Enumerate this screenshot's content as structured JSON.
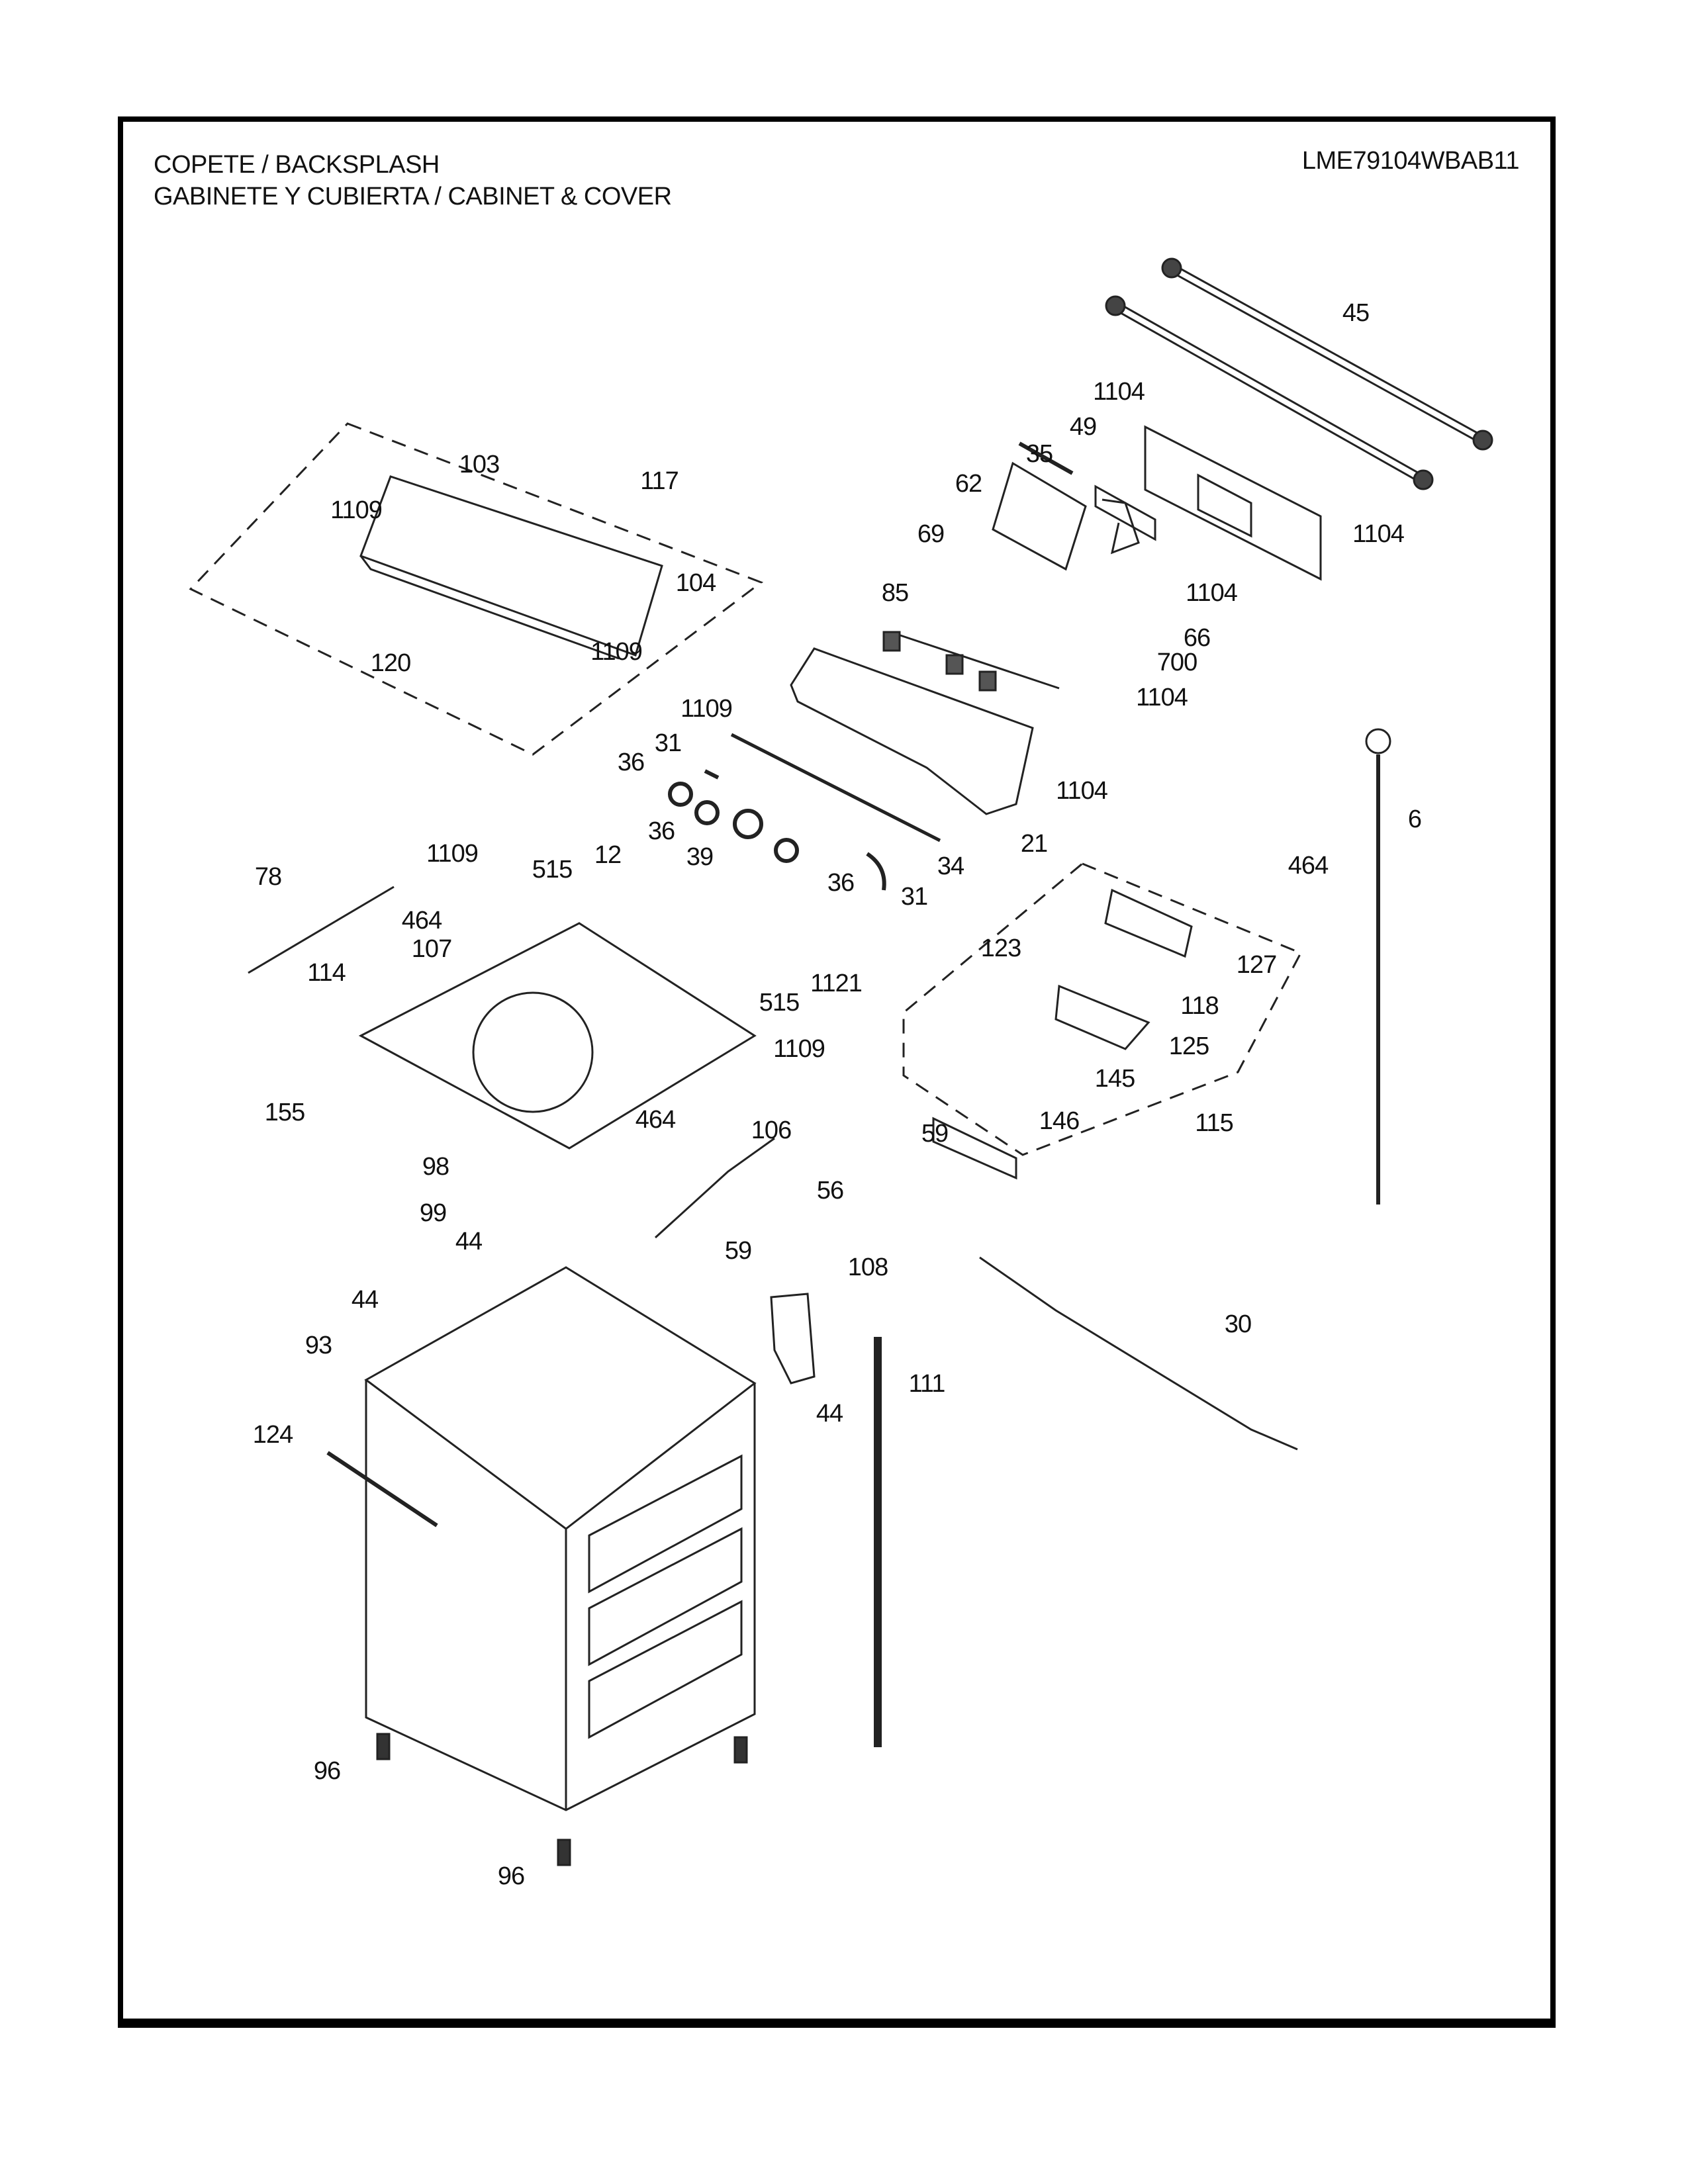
{
  "header": {
    "title_line1": "COPETE / BACKSPLASH",
    "title_line2": "GABINETE Y CUBIERTA / CABINET & COVER",
    "model_number": "LME79104WBAB11"
  },
  "callouts": [
    {
      "id": "c45a",
      "label": "45"
    },
    {
      "id": "c1104a",
      "label": "1104"
    },
    {
      "id": "c49",
      "label": "49"
    },
    {
      "id": "c35",
      "label": "35"
    },
    {
      "id": "c62",
      "label": "62"
    },
    {
      "id": "c1104b",
      "label": "1104"
    },
    {
      "id": "c69",
      "label": "69"
    },
    {
      "id": "c1104c",
      "label": "1104"
    },
    {
      "id": "c85",
      "label": "85"
    },
    {
      "id": "c66",
      "label": "66"
    },
    {
      "id": "c700",
      "label": "700"
    },
    {
      "id": "c1104d",
      "label": "1104"
    },
    {
      "id": "c103",
      "label": "103"
    },
    {
      "id": "c117",
      "label": "117"
    },
    {
      "id": "c1109a",
      "label": "1109"
    },
    {
      "id": "c104",
      "label": "104"
    },
    {
      "id": "c1109b",
      "label": "1109"
    },
    {
      "id": "c120",
      "label": "120"
    },
    {
      "id": "c1109c",
      "label": "1109"
    },
    {
      "id": "c31a",
      "label": "31"
    },
    {
      "id": "c36a",
      "label": "36"
    },
    {
      "id": "c36b",
      "label": "36"
    },
    {
      "id": "c39",
      "label": "39"
    },
    {
      "id": "c36c",
      "label": "36"
    },
    {
      "id": "c34",
      "label": "34"
    },
    {
      "id": "c31b",
      "label": "31"
    },
    {
      "id": "c21",
      "label": "21"
    },
    {
      "id": "c1104e",
      "label": "1104"
    },
    {
      "id": "c6",
      "label": "6"
    },
    {
      "id": "c78",
      "label": "78"
    },
    {
      "id": "c1109d",
      "label": "1109"
    },
    {
      "id": "c515a",
      "label": "515"
    },
    {
      "id": "c12",
      "label": "12"
    },
    {
      "id": "c464a",
      "label": "464"
    },
    {
      "id": "c107",
      "label": "107"
    },
    {
      "id": "c114",
      "label": "114"
    },
    {
      "id": "c515b",
      "label": "515"
    },
    {
      "id": "c1121",
      "label": "1121"
    },
    {
      "id": "c464b",
      "label": "464"
    },
    {
      "id": "c127",
      "label": "127"
    },
    {
      "id": "c123",
      "label": "123"
    },
    {
      "id": "c118",
      "label": "118"
    },
    {
      "id": "c125",
      "label": "125"
    },
    {
      "id": "c145",
      "label": "145"
    },
    {
      "id": "c146",
      "label": "146"
    },
    {
      "id": "c115",
      "label": "115"
    },
    {
      "id": "c155",
      "label": "155"
    },
    {
      "id": "c1109e",
      "label": "1109"
    },
    {
      "id": "c464c",
      "label": "464"
    },
    {
      "id": "c106",
      "label": "106"
    },
    {
      "id": "c59a",
      "label": "59"
    },
    {
      "id": "c98",
      "label": "98"
    },
    {
      "id": "c56",
      "label": "56"
    },
    {
      "id": "c99",
      "label": "99"
    },
    {
      "id": "c44a",
      "label": "44"
    },
    {
      "id": "c59b",
      "label": "59"
    },
    {
      "id": "c108",
      "label": "108"
    },
    {
      "id": "c44b",
      "label": "44"
    },
    {
      "id": "c30",
      "label": "30"
    },
    {
      "id": "c93",
      "label": "93"
    },
    {
      "id": "c111",
      "label": "111"
    },
    {
      "id": "c44c",
      "label": "44"
    },
    {
      "id": "c124",
      "label": "124"
    },
    {
      "id": "c96a",
      "label": "96"
    },
    {
      "id": "c96b",
      "label": "96"
    }
  ]
}
